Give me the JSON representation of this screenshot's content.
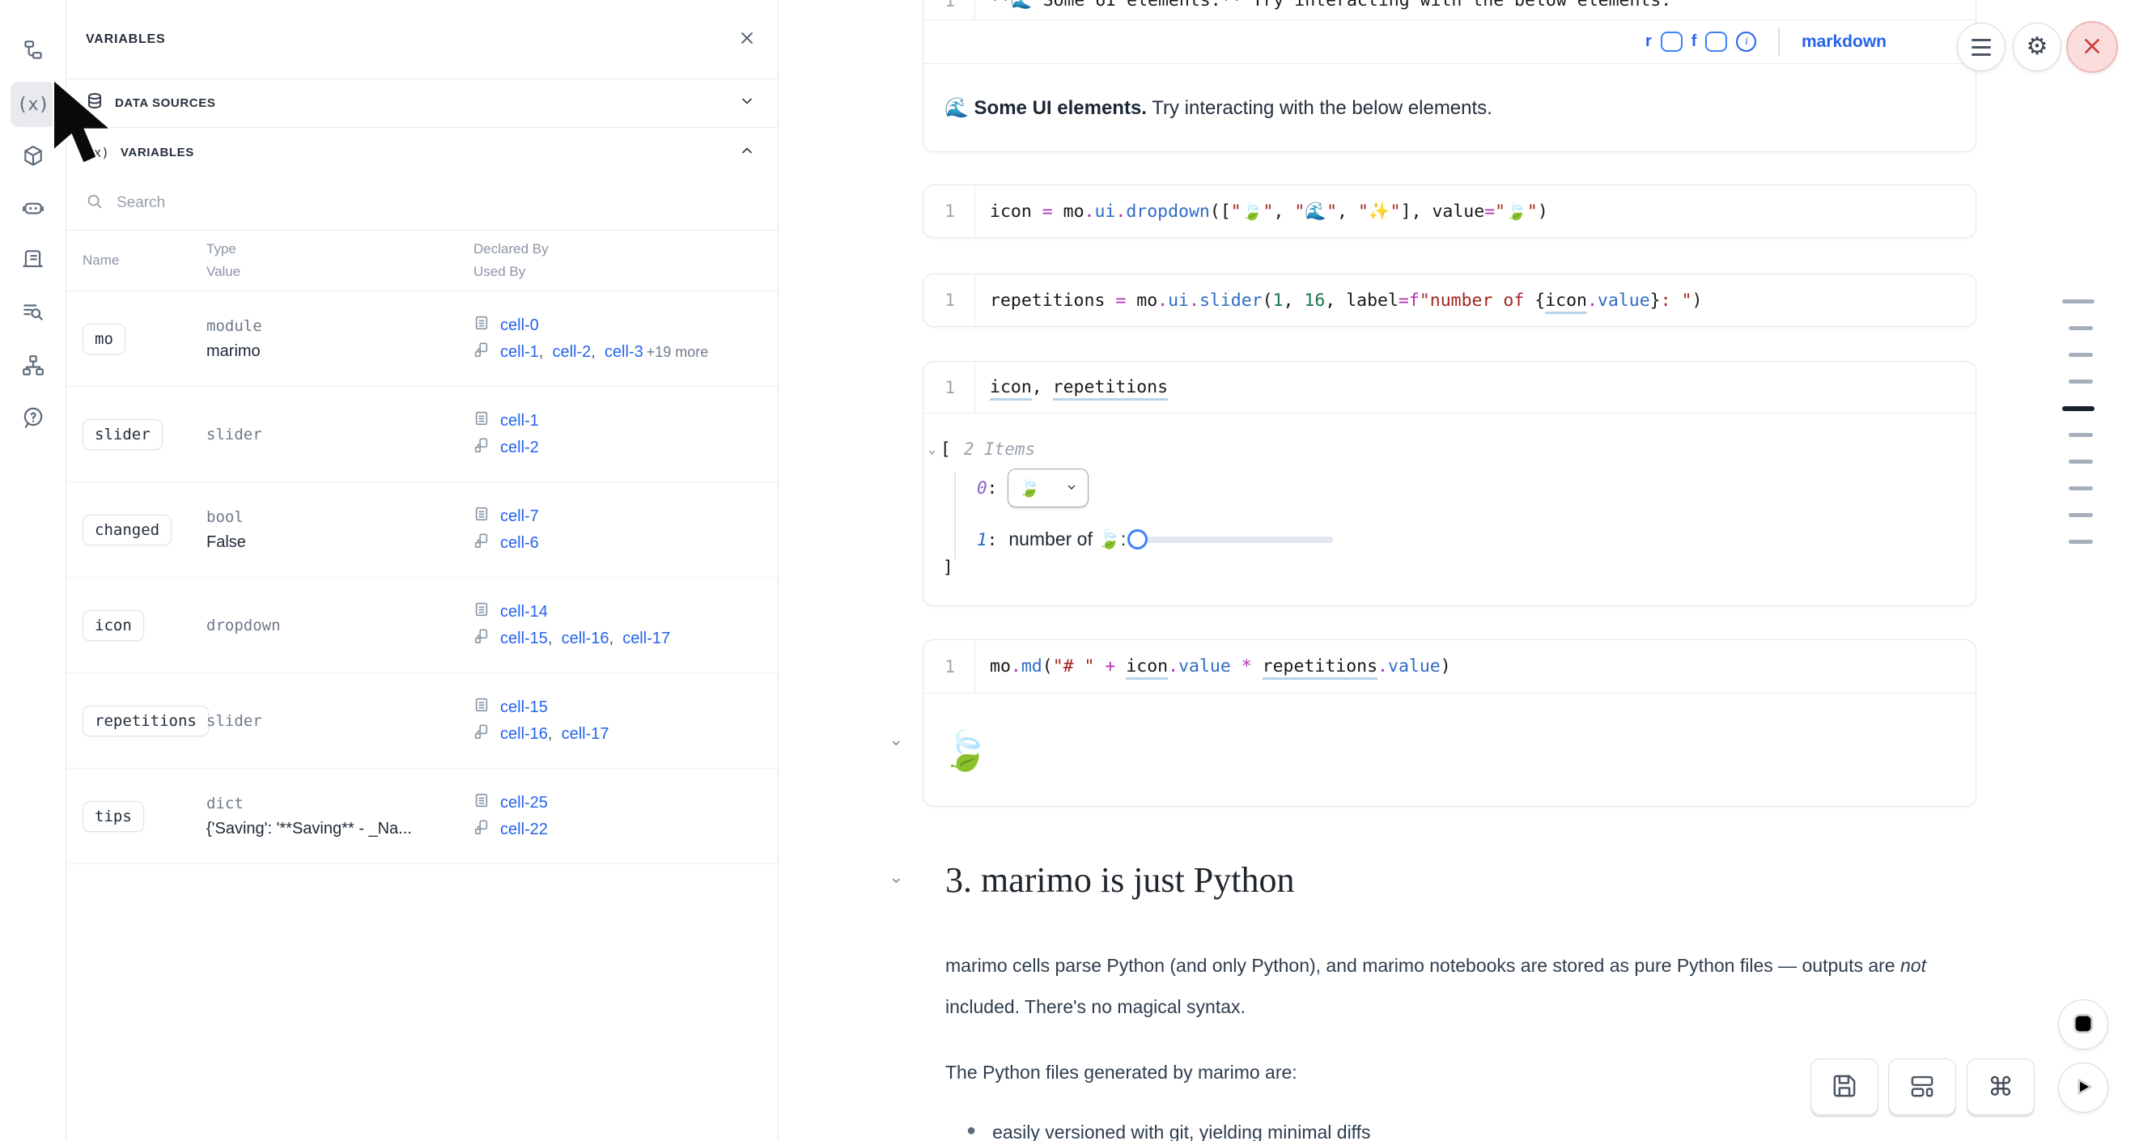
{
  "app": {
    "accent": "#2563eb",
    "danger": "#cf3d3d"
  },
  "sidebar": {
    "items": [
      {
        "name": "file-tree",
        "active": false
      },
      {
        "name": "variables",
        "active": true
      },
      {
        "name": "packages",
        "active": false
      },
      {
        "name": "ai-assistant",
        "active": false
      },
      {
        "name": "logs",
        "active": false
      },
      {
        "name": "snippets",
        "active": false
      },
      {
        "name": "dependency-graph",
        "active": false
      },
      {
        "name": "help",
        "active": false
      }
    ],
    "variables_glyph": "(x)"
  },
  "panel": {
    "title": "VARIABLES",
    "sections": {
      "data_sources": "DATA SOURCES",
      "variables": "VARIABLES"
    },
    "search_placeholder": "Search",
    "columns": {
      "name": "Name",
      "type": "Type",
      "value": "Value",
      "declared_by": "Declared By",
      "used_by": "Used By"
    },
    "rows": [
      {
        "name": "mo",
        "type": "module",
        "value": "marimo",
        "declared": "cell-0",
        "used": [
          "cell-1",
          "cell-2",
          "cell-3"
        ],
        "used_more": "+19 more"
      },
      {
        "name": "slider",
        "type": "slider",
        "value": "",
        "declared": "cell-1",
        "used": [
          "cell-2"
        ],
        "used_more": ""
      },
      {
        "name": "changed",
        "type": "bool",
        "value": "False",
        "declared": "cell-7",
        "used": [
          "cell-6"
        ],
        "used_more": ""
      },
      {
        "name": "icon",
        "type": "dropdown",
        "value": "",
        "declared": "cell-14",
        "used": [
          "cell-15",
          "cell-16",
          "cell-17"
        ],
        "used_more": ""
      },
      {
        "name": "repetitions",
        "type": "slider",
        "value": "",
        "declared": "cell-15",
        "used": [
          "cell-16",
          "cell-17"
        ],
        "used_more": ""
      },
      {
        "name": "tips",
        "type": "dict",
        "value": "{'Saving': '**Saving** - _Na...",
        "declared": "cell-25",
        "used": [
          "cell-22"
        ],
        "used_more": ""
      }
    ]
  },
  "notebook": {
    "top_cell": {
      "line_no": "1",
      "source": "**🌊 Some UI elements.** Try interacting with the below elements.",
      "shortcut_r": "r",
      "shortcut_f": "f",
      "info_glyph": "i",
      "lang_label": "markdown",
      "output_bold": "🌊 Some UI elements.",
      "output_rest": " Try interacting with the below elements."
    },
    "cells": [
      {
        "line_no": "1",
        "tokens": [
          {
            "t": "icon"
          },
          {
            "t": " "
          },
          {
            "t": "=",
            "c": "op"
          },
          {
            "t": " "
          },
          {
            "t": "mo"
          },
          {
            "t": ".",
            "c": "op"
          },
          {
            "t": "ui",
            "c": "attr"
          },
          {
            "t": ".",
            "c": "op"
          },
          {
            "t": "dropdown",
            "c": "attr"
          },
          {
            "t": "(["
          },
          {
            "t": "\"",
            "c": "str"
          },
          {
            "t": "🍃",
            "c": "leaf"
          },
          {
            "t": "\"",
            "c": "str"
          },
          {
            "t": ", "
          },
          {
            "t": "\"",
            "c": "str"
          },
          {
            "t": "🌊",
            "c": "wave"
          },
          {
            "t": "\"",
            "c": "str"
          },
          {
            "t": ", "
          },
          {
            "t": "\"",
            "c": "str"
          },
          {
            "t": "✨",
            "c": "spark"
          },
          {
            "t": "\"",
            "c": "str"
          },
          {
            "t": "], "
          },
          {
            "t": "value"
          },
          {
            "t": "=",
            "c": "op"
          },
          {
            "t": "\"",
            "c": "str"
          },
          {
            "t": "🍃",
            "c": "leaf"
          },
          {
            "t": "\"",
            "c": "str"
          },
          {
            "t": ")"
          }
        ]
      },
      {
        "line_no": "1",
        "tokens": [
          {
            "t": "repetitions"
          },
          {
            "t": " "
          },
          {
            "t": "=",
            "c": "op"
          },
          {
            "t": " "
          },
          {
            "t": "mo"
          },
          {
            "t": ".",
            "c": "op"
          },
          {
            "t": "ui",
            "c": "attr"
          },
          {
            "t": ".",
            "c": "op"
          },
          {
            "t": "slider",
            "c": "attr"
          },
          {
            "t": "("
          },
          {
            "t": "1",
            "c": "num"
          },
          {
            "t": ", "
          },
          {
            "t": "16",
            "c": "num"
          },
          {
            "t": ", "
          },
          {
            "t": "label"
          },
          {
            "t": "=",
            "c": "op"
          },
          {
            "t": "f",
            "c": "op"
          },
          {
            "t": "\"",
            "c": "str"
          },
          {
            "t": "number of ",
            "c": "str"
          },
          {
            "t": "{"
          },
          {
            "t": "icon",
            "c": "und"
          },
          {
            "t": ".",
            "c": "op"
          },
          {
            "t": "value",
            "c": "attr"
          },
          {
            "t": "}"
          },
          {
            "t": ": ",
            "c": "str"
          },
          {
            "t": "\"",
            "c": "str"
          },
          {
            "t": ")"
          }
        ]
      },
      {
        "line_no": "1",
        "tokens": [
          {
            "t": "icon",
            "c": "und"
          },
          {
            "t": ", "
          },
          {
            "t": "repetitions",
            "c": "und"
          }
        ]
      },
      {
        "line_no": "1",
        "tokens": [
          {
            "t": "mo"
          },
          {
            "t": ".",
            "c": "op"
          },
          {
            "t": "md",
            "c": "attr"
          },
          {
            "t": "("
          },
          {
            "t": "\"# \"",
            "c": "str"
          },
          {
            "t": " "
          },
          {
            "t": "+",
            "c": "op"
          },
          {
            "t": " "
          },
          {
            "t": "icon",
            "c": "und"
          },
          {
            "t": ".",
            "c": "op"
          },
          {
            "t": "value",
            "c": "attr"
          },
          {
            "t": " "
          },
          {
            "t": "*",
            "c": "op"
          },
          {
            "t": " "
          },
          {
            "t": "repetitions",
            "c": "und"
          },
          {
            "t": ".",
            "c": "op"
          },
          {
            "t": "value",
            "c": "attr"
          },
          {
            "t": ")"
          }
        ]
      }
    ],
    "list_output": {
      "collapse_glyph": "⌄",
      "bracket_open": "[",
      "items_label": "2 Items",
      "idx0": "0",
      "idx1": "1",
      "colon": ":",
      "dropdown_value": "🍃",
      "slider_label_text": "number of ",
      "slider_label_emoji": "🍃",
      "slider_label_colon": ":",
      "bracket_close": "]"
    },
    "md_output_emoji": "🍃",
    "section": {
      "heading": "3. marimo is just Python",
      "para1_a": "marimo cells parse Python (and only Python), and marimo notebooks are stored as pure Python files — outputs are ",
      "para1_em": "not",
      "para1_b": " included. There's no magical syntax.",
      "para2": "The Python files generated by marimo are:",
      "bullet1": "easily versioned with git, yielding minimal diffs"
    }
  },
  "minimap": {
    "count": 10,
    "active_index": 4,
    "wide_indexes": [
      0,
      4
    ]
  }
}
